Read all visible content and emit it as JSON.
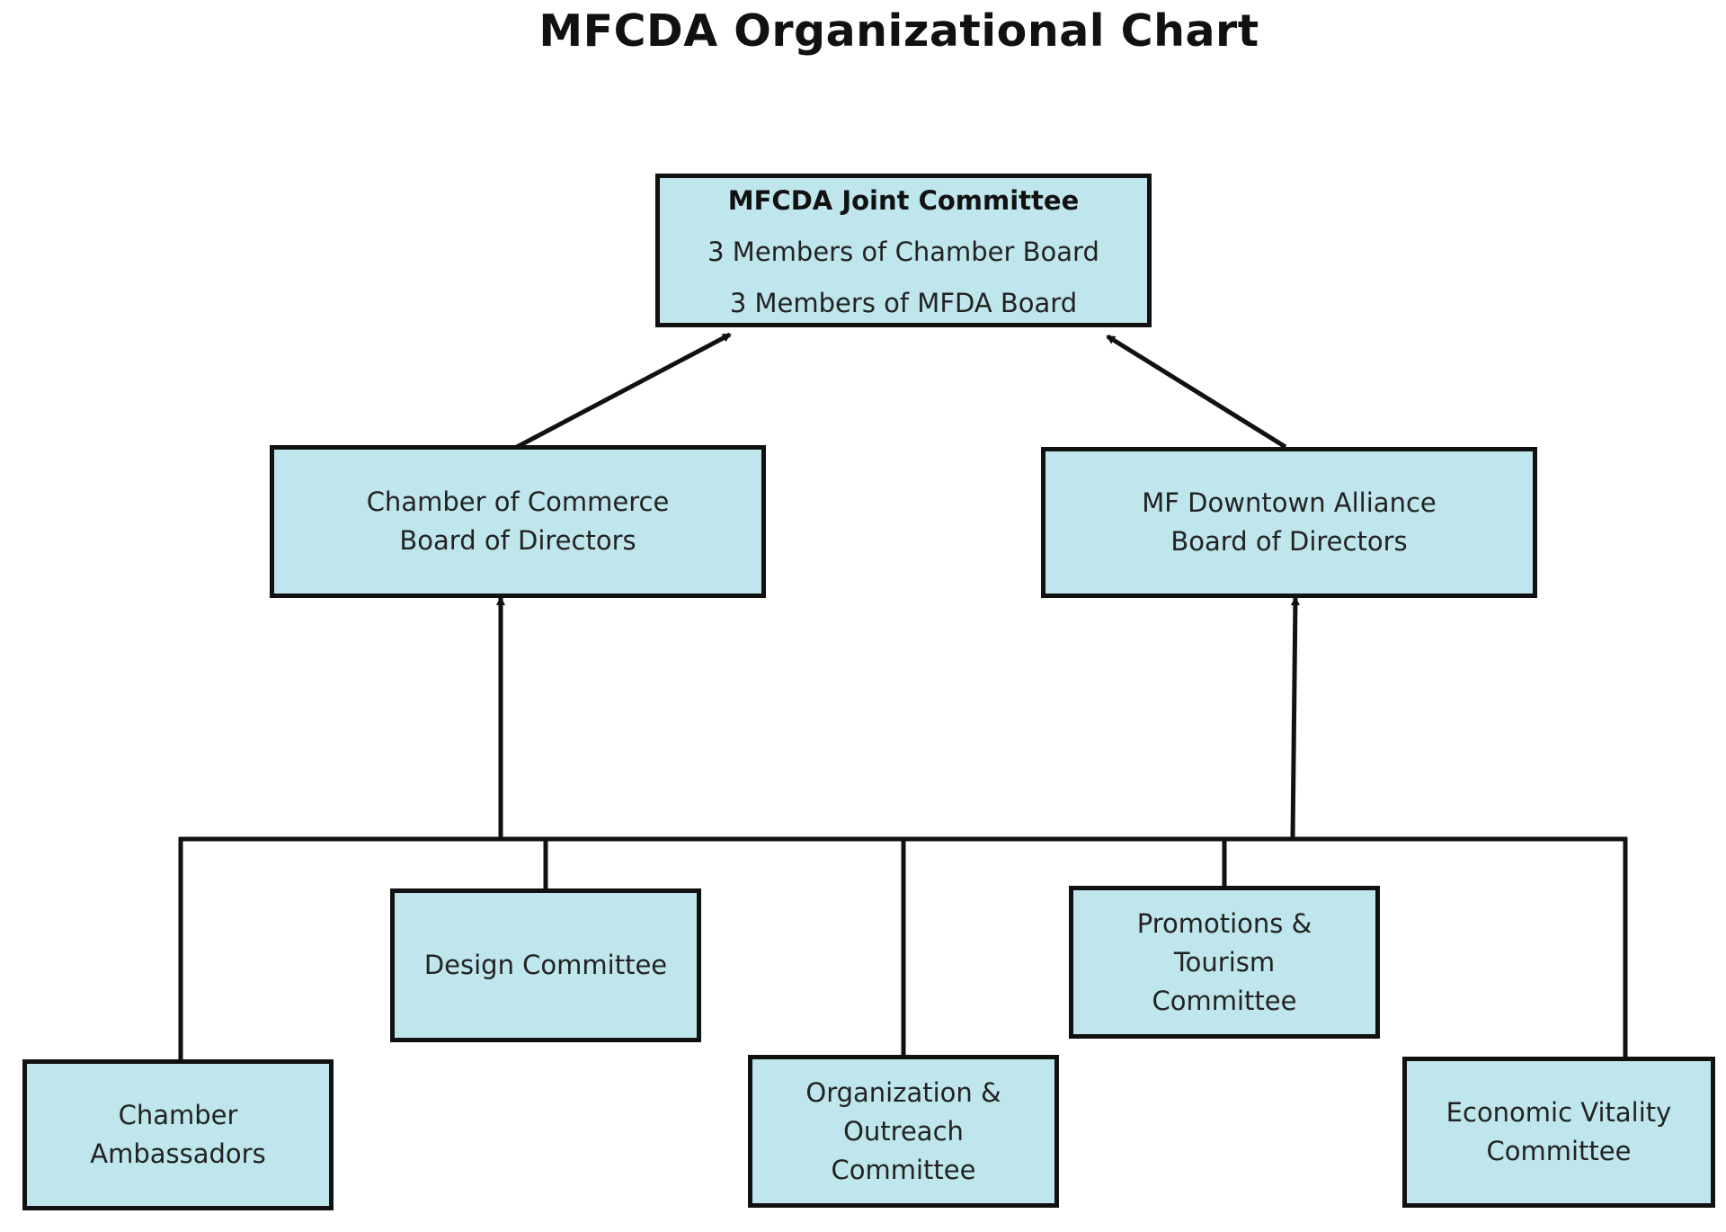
{
  "title": "MFCDA Organizational Chart",
  "colors": {
    "box_fill": "#bfe6ec",
    "line": "#111111"
  },
  "nodes": {
    "joint": {
      "title": "MFCDA Joint Committee",
      "line1": "3 Members of Chamber Board",
      "line2": "3 Members of MFDA Board"
    },
    "chamber_board": {
      "line1": "Chamber of Commerce",
      "line2": "Board of Directors"
    },
    "alliance_board": {
      "line1": "MF Downtown Alliance",
      "line2": "Board of Directors"
    },
    "ambassadors": {
      "line1": "Chamber",
      "line2": "Ambassadors"
    },
    "design": {
      "line1": "Design Committee"
    },
    "organization": {
      "line1": "Organization &",
      "line2": "Outreach",
      "line3": "Committee"
    },
    "promotions": {
      "line1": "Promotions &",
      "line2": "Tourism",
      "line3": "Committee"
    },
    "economic": {
      "line1": "Economic Vitality",
      "line2": "Committee"
    }
  },
  "edges": [
    {
      "from": "chamber_board",
      "to": "joint"
    },
    {
      "from": "alliance_board",
      "to": "joint"
    },
    {
      "from": "ambassadors",
      "to": "chamber_board"
    },
    {
      "from": "design",
      "to": "chamber_board"
    },
    {
      "from": "organization",
      "to": "chamber_board"
    },
    {
      "from": "promotions",
      "to": "alliance_board"
    },
    {
      "from": "economic",
      "to": "alliance_board"
    }
  ]
}
